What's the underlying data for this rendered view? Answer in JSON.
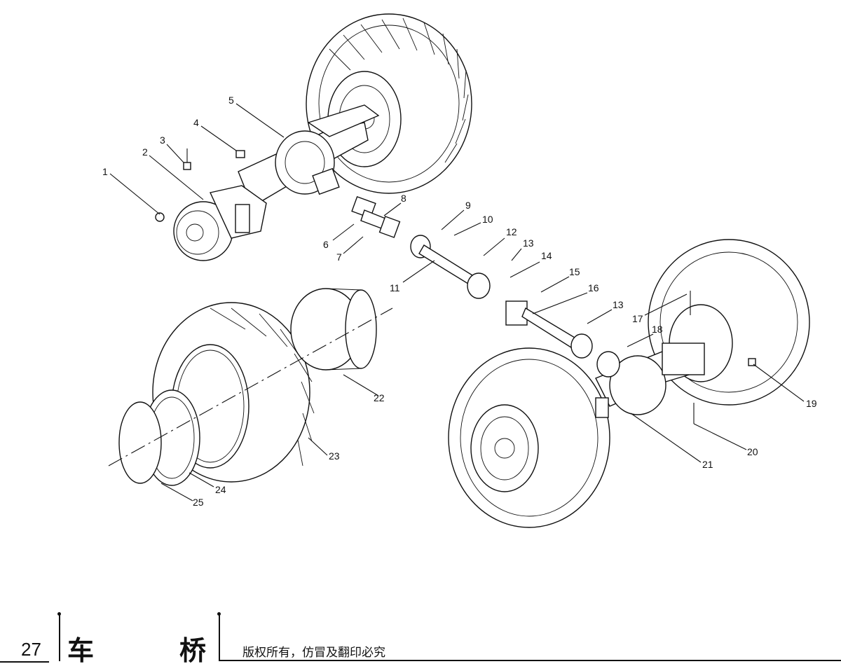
{
  "callouts": [
    "1",
    "2",
    "3",
    "4",
    "5",
    "6",
    "7",
    "8",
    "9",
    "10",
    "11",
    "12",
    "13",
    "13",
    "14",
    "15",
    "16",
    "17",
    "18",
    "19",
    "20",
    "21",
    "22",
    "23",
    "24",
    "25"
  ],
  "footer": {
    "page_number": "27",
    "title_part1": "车",
    "title_part2": "桥",
    "copyright": "版权所有，仿冒及翻印必究"
  }
}
